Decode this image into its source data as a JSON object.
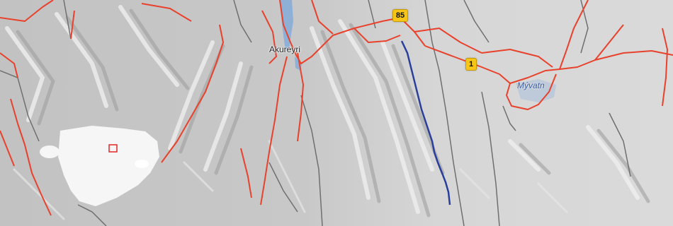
{
  "map": {
    "labels": {
      "city": "Akureyri",
      "lake": "Mývatn"
    },
    "route_shields": {
      "route_85": "85",
      "route_1": "1"
    },
    "colors": {
      "terrain_base": "#cfcfcf",
      "ridge_light": "#f2f2f2",
      "valley_shadow": "#9e9e9e",
      "ice_cap": "#f6f6f6",
      "water": "#8fb0d6",
      "main_road": "#e8412c",
      "minor_road": "#6f6f6f",
      "highlight_route": "#2a3f9c",
      "marker": "#e32626",
      "shield_fill": "#f5c518"
    }
  }
}
